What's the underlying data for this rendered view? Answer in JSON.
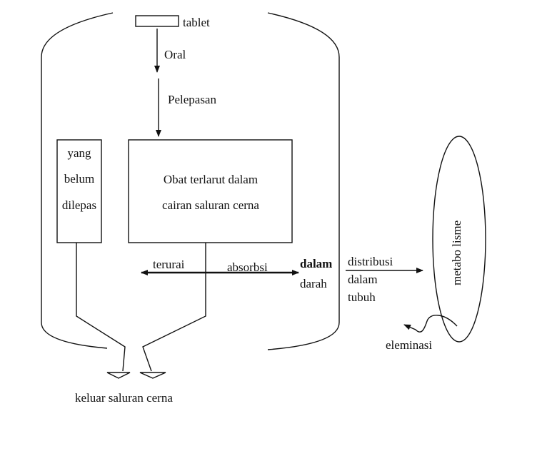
{
  "labels": {
    "tablet": "tablet",
    "oral": "Oral",
    "pelepasan": "Pelepasan",
    "yang": "yang",
    "belum": "belum",
    "dilepas": "dilepas",
    "obat_line1": "Obat terlarut dalam",
    "obat_line2": "cairan saluran cerna",
    "terurai": "terurai",
    "absorbsi": "absorbsi",
    "dalam1": "dalam",
    "darah": "darah",
    "distribusi": "distribusi",
    "dalam2": "dalam",
    "tubuh": "tubuh",
    "metabolisme": "metabo lisme",
    "eleminasi": "eleminasi",
    "keluar": "keluar saluran cerna"
  }
}
